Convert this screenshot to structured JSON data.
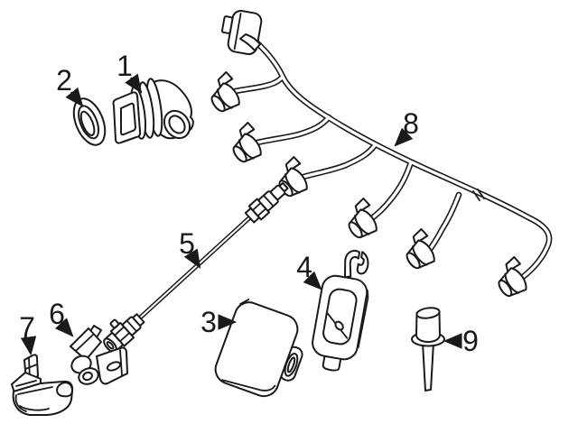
{
  "page": {
    "background": "#ffffff",
    "line_color": "#1a1a1a",
    "type": "parts-diagram"
  },
  "diagram": {
    "callouts": [
      {
        "number": "1",
        "part": "sensor"
      },
      {
        "number": "2",
        "part": "grommet-ring"
      },
      {
        "number": "3",
        "part": "control-module"
      },
      {
        "number": "4",
        "part": "module-bracket"
      },
      {
        "number": "5",
        "part": "electric-cable"
      },
      {
        "number": "6",
        "part": "small-bracket"
      },
      {
        "number": "7",
        "part": "holder-bracket"
      },
      {
        "number": "8",
        "part": "wiring-harness"
      },
      {
        "number": "9",
        "part": "expansion-pin"
      }
    ]
  }
}
